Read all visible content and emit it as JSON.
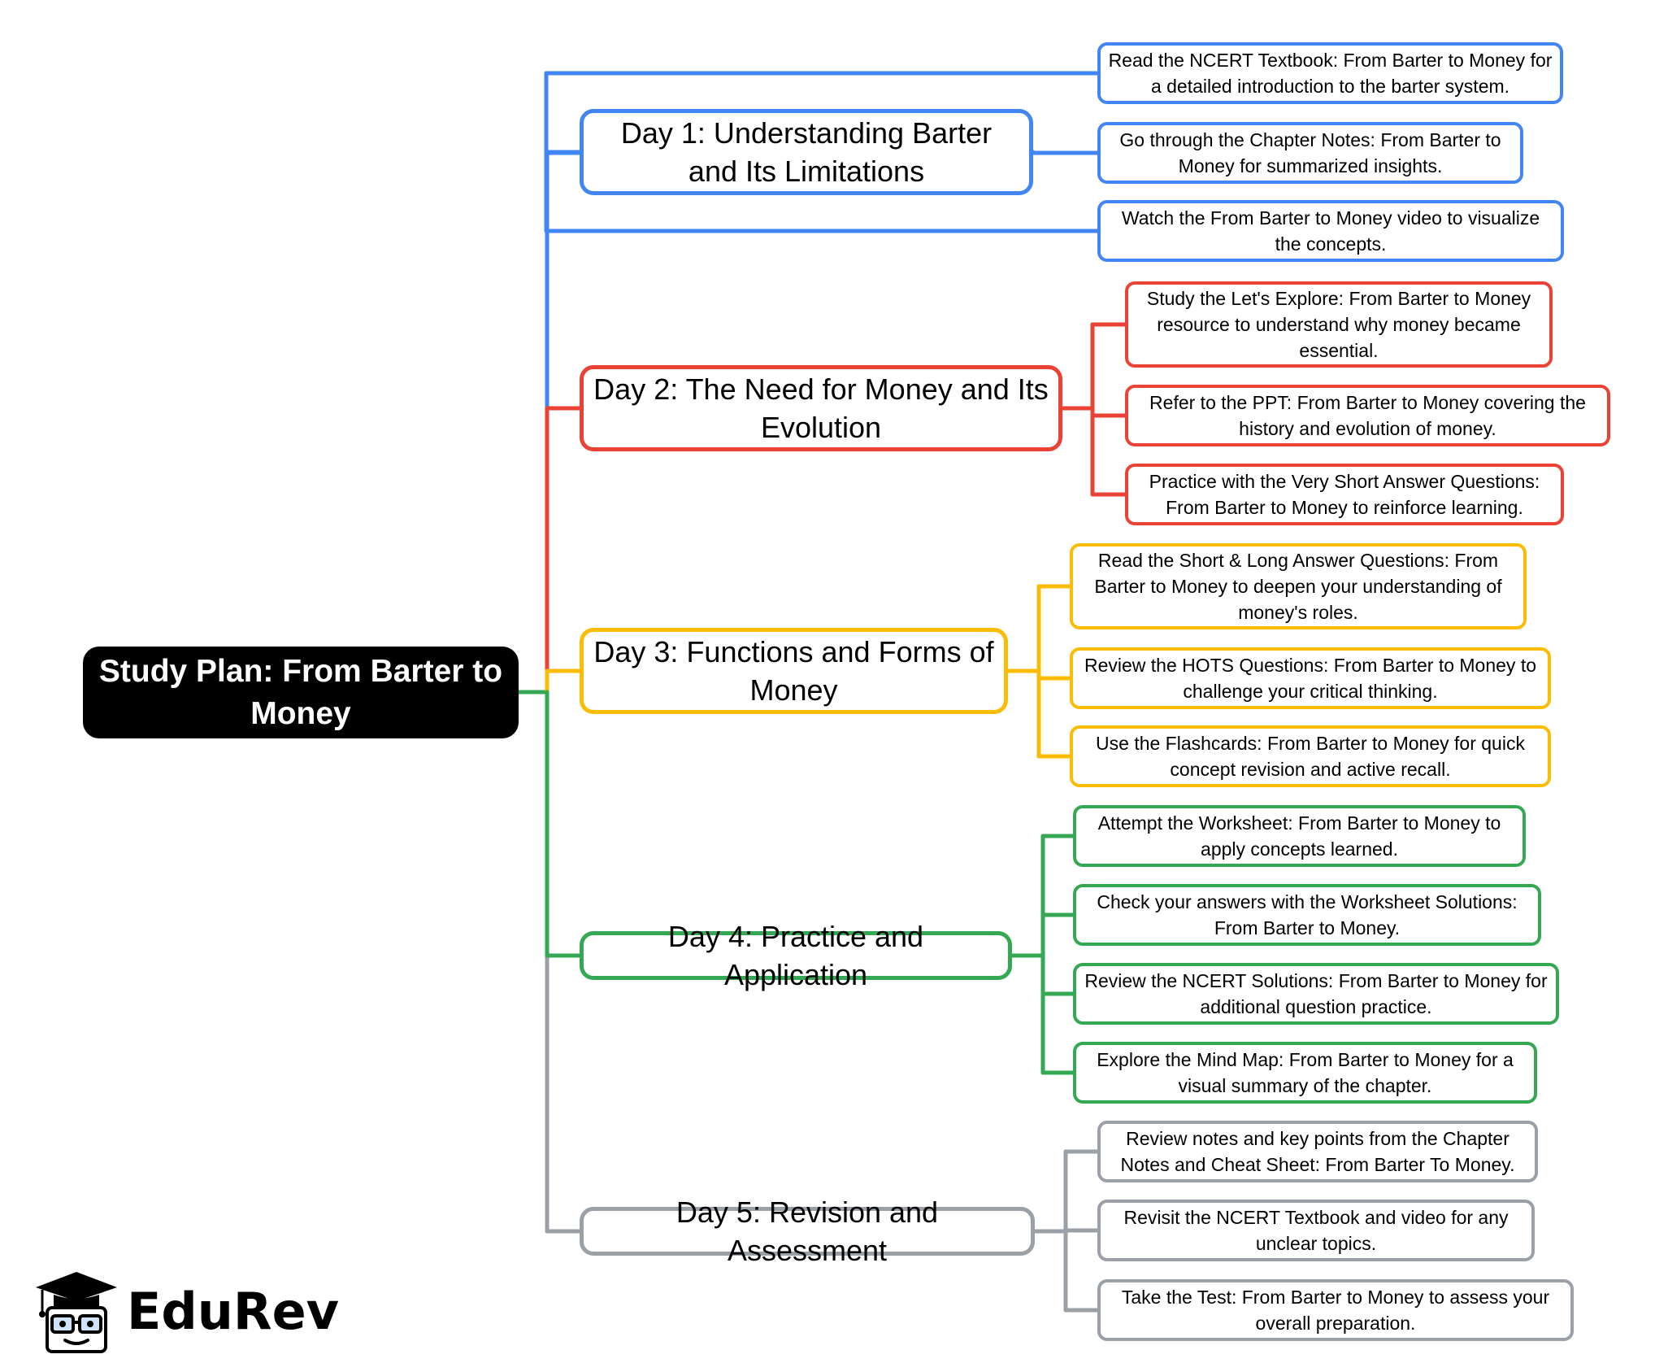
{
  "root": {
    "label": "Study Plan: From Barter to Money"
  },
  "days": [
    {
      "label": "Day 1: Understanding Barter and Its Limitations",
      "color": "#4285F4",
      "tasks": [
        "Read the NCERT Textbook: From Barter to Money for a detailed introduction to the barter system.",
        "Go through the Chapter Notes: From Barter to Money for summarized insights.",
        "Watch the From Barter to Money video to visualize the concepts."
      ]
    },
    {
      "label": "Day 2: The Need for Money and Its Evolution",
      "color": "#EA4335",
      "tasks": [
        "Study the Let's Explore: From Barter to Money resource to understand why money became essential.",
        "Refer to the PPT: From Barter to Money covering the history and evolution of money.",
        "Practice with the Very Short Answer Questions: From Barter to Money to reinforce learning."
      ]
    },
    {
      "label": "Day 3: Functions and Forms of Money",
      "color": "#FBBC05",
      "tasks": [
        "Read the Short & Long Answer Questions: From Barter to Money to deepen your understanding of money's roles.",
        "Review the HOTS Questions: From Barter to Money to challenge your critical thinking.",
        "Use the Flashcards: From Barter to Money for quick concept revision and active recall."
      ]
    },
    {
      "label": "Day 4: Practice and Application",
      "color": "#34A853",
      "tasks": [
        "Attempt the Worksheet: From Barter to Money to apply concepts learned.",
        "Check your answers with the Worksheet Solutions: From Barter to Money.",
        "Review the NCERT Solutions: From Barter to Money for additional question practice.",
        "Explore the Mind Map: From Barter to Money for a visual summary of the chapter."
      ]
    },
    {
      "label": "Day 5: Revision and Assessment",
      "color": "#9AA0A6",
      "tasks": [
        "Review notes and key points from the Chapter Notes and Cheat Sheet: From Barter To Money.",
        "Revisit the NCERT Textbook and video for any unclear topics.",
        "Take the Test: From Barter to Money to assess your overall preparation."
      ]
    }
  ],
  "logo": {
    "text": "EduRev",
    "icon": "graduation-cap-icon"
  }
}
